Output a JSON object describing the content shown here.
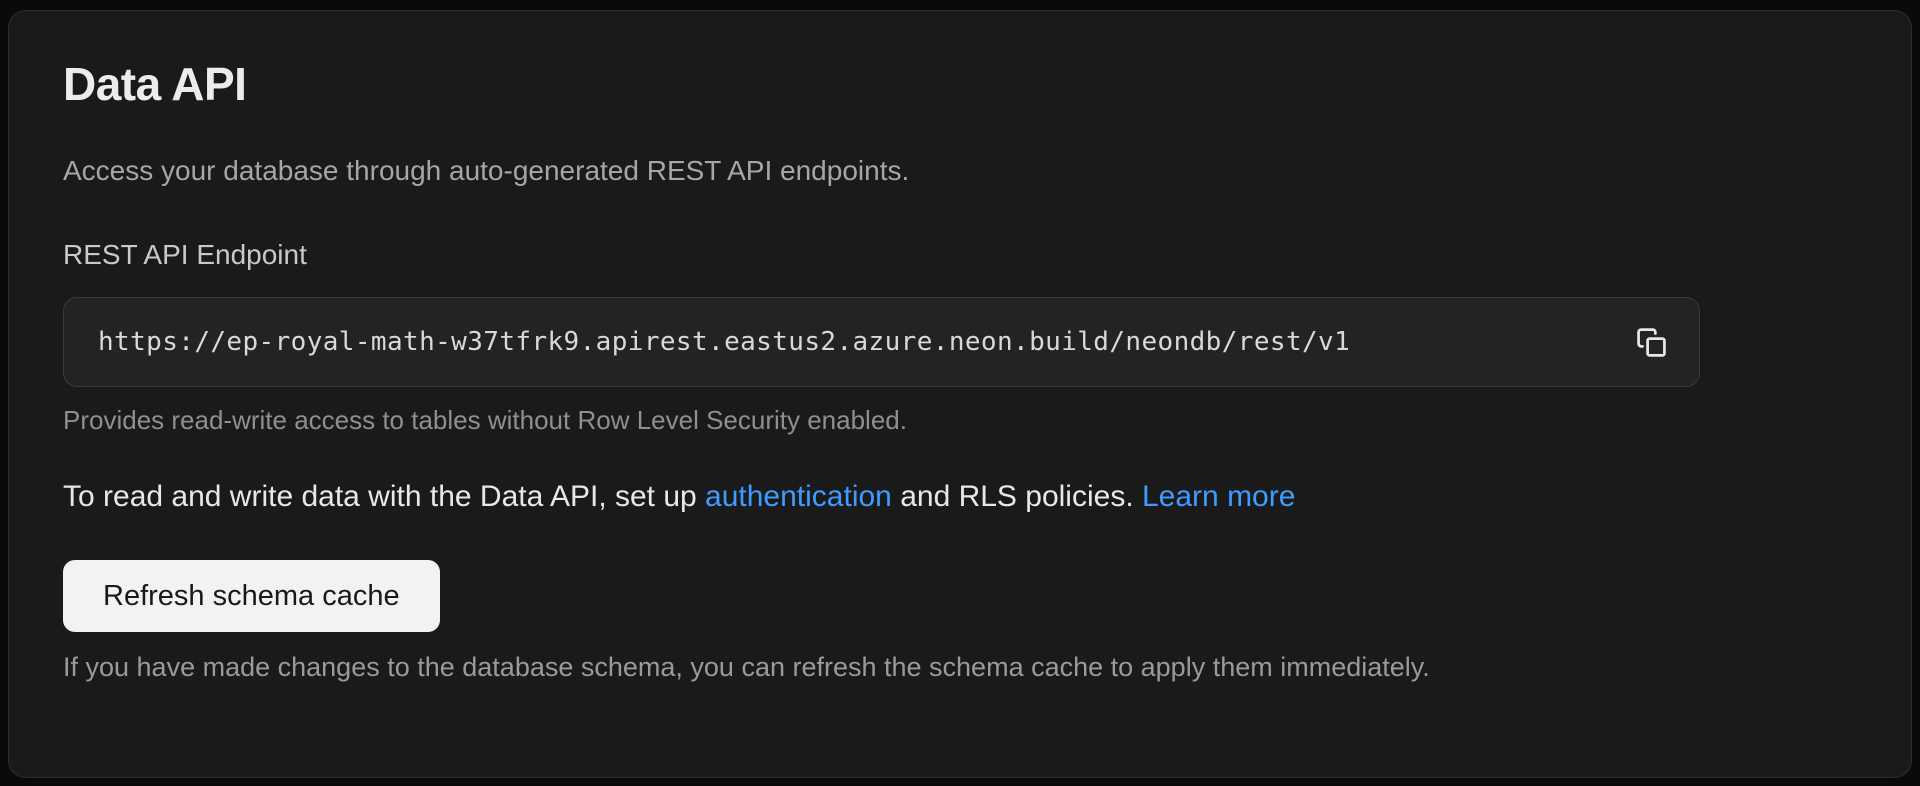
{
  "page": {
    "title": "Data API",
    "subtitle": "Access your database through auto-generated REST API endpoints."
  },
  "endpoint": {
    "label": "REST API Endpoint",
    "url": "https://ep-royal-math-w37tfrk9.apirest.eastus2.azure.neon.build/neondb/rest/v1",
    "copy_icon": "copy-icon",
    "help": "Provides read-write access to tables without Row Level Security enabled."
  },
  "rls_note": {
    "part1": "To read and write data with the Data API, set up ",
    "auth_link": "authentication",
    "part2": " and RLS policies. ",
    "learn_more_link": "Learn more"
  },
  "schema_cache": {
    "button_label": "Refresh schema cache",
    "help": "If you have made changes to the database schema, you can refresh the schema cache to apply them immediately."
  },
  "colors": {
    "page_background": "#0a0a0a",
    "card_background": "#1a1a1a",
    "card_border": "#2e2e2e",
    "field_background": "#232323",
    "field_border": "#3a3a3a",
    "link_blue": "#3e9bff",
    "button_background": "#f2f2f2",
    "button_text": "#191919"
  }
}
